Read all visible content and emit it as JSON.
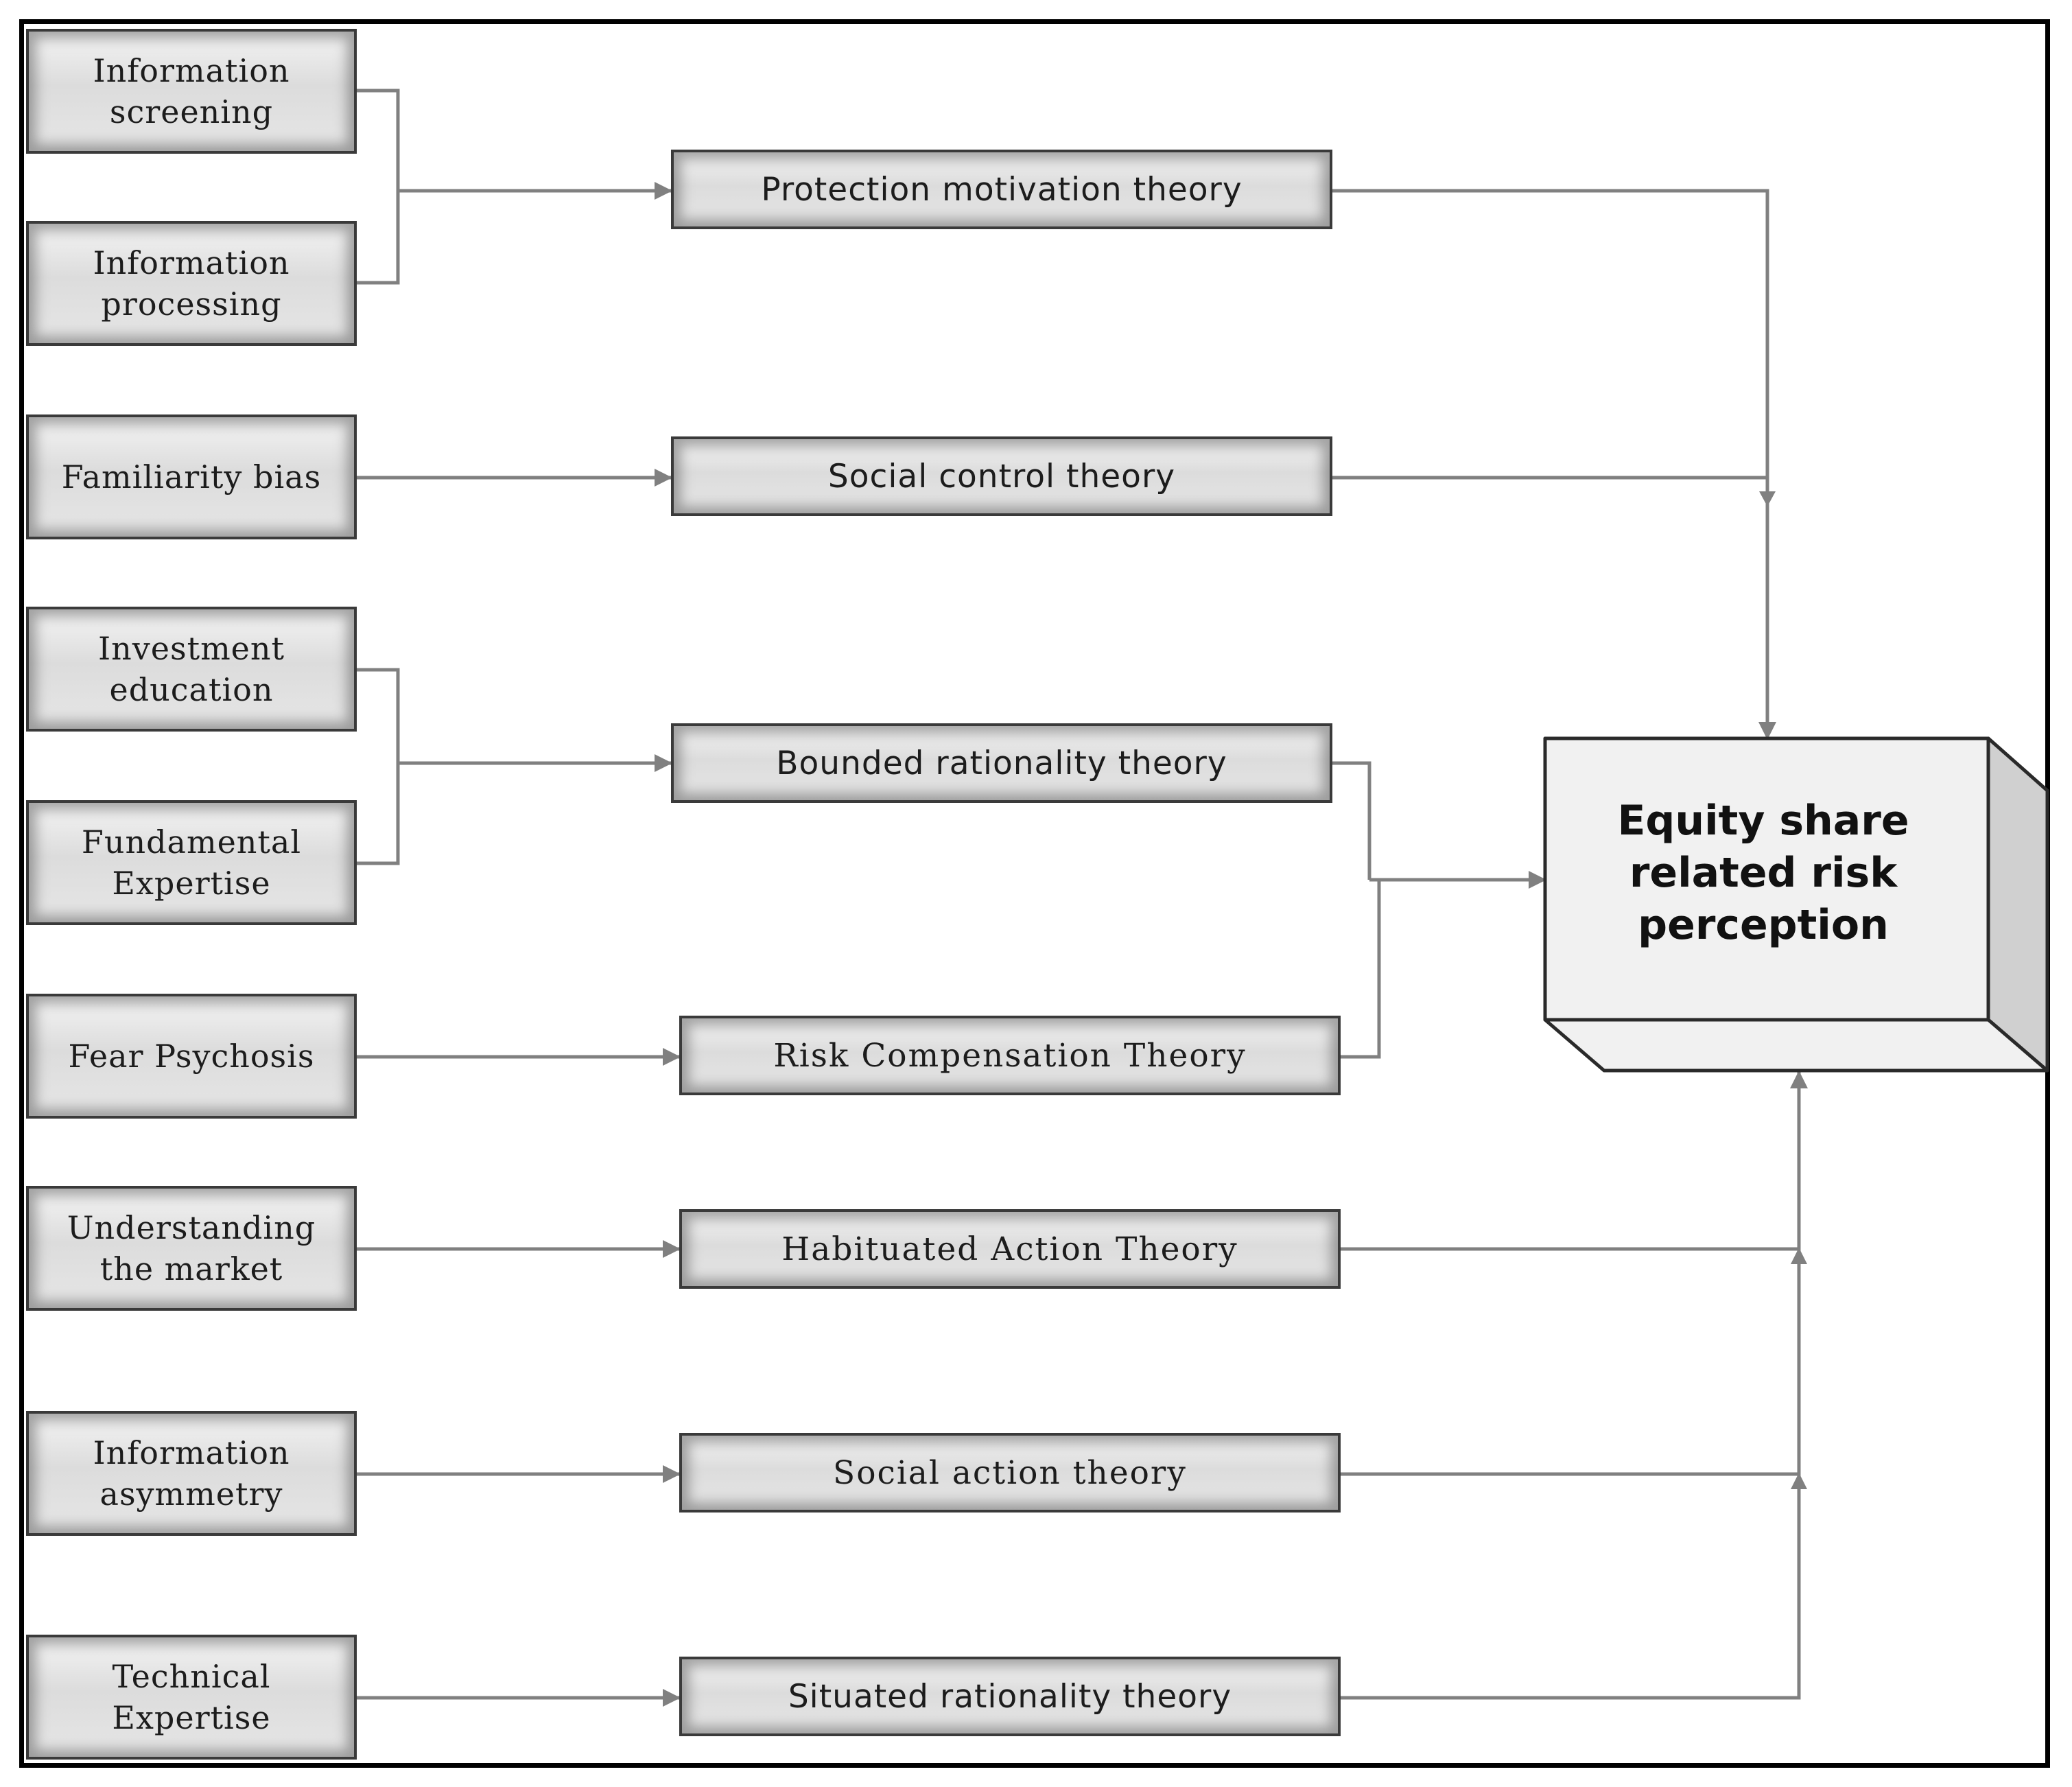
{
  "factors": {
    "info_screening": "Information\nscreening",
    "info_processing": "Information\nprocessing",
    "familiarity_bias": "Familiarity bias",
    "investment_education": "Investment\neducation",
    "fundamental_expertise": "Fundamental\nExpertise",
    "fear_psychosis": "Fear Psychosis",
    "understanding_market": "Understanding\nthe market",
    "info_asymmetry": "Information\nasymmetry",
    "technical_expertise": "Technical\nExpertise"
  },
  "theories": {
    "protection_motivation": "Protection motivation theory",
    "social_control": "Social control theory",
    "bounded_rationality": "Bounded rationality theory",
    "risk_compensation": "Risk Compensation Theory",
    "habituated_action": "Habituated Action Theory",
    "social_action": "Social action theory",
    "situated_rationality": "Situated rationality theory"
  },
  "outcome": {
    "label": "Equity share\nrelated risk\nperception"
  },
  "colors": {
    "connector": "#808080",
    "box_border": "#3a3a3a",
    "frame": "#000000"
  }
}
